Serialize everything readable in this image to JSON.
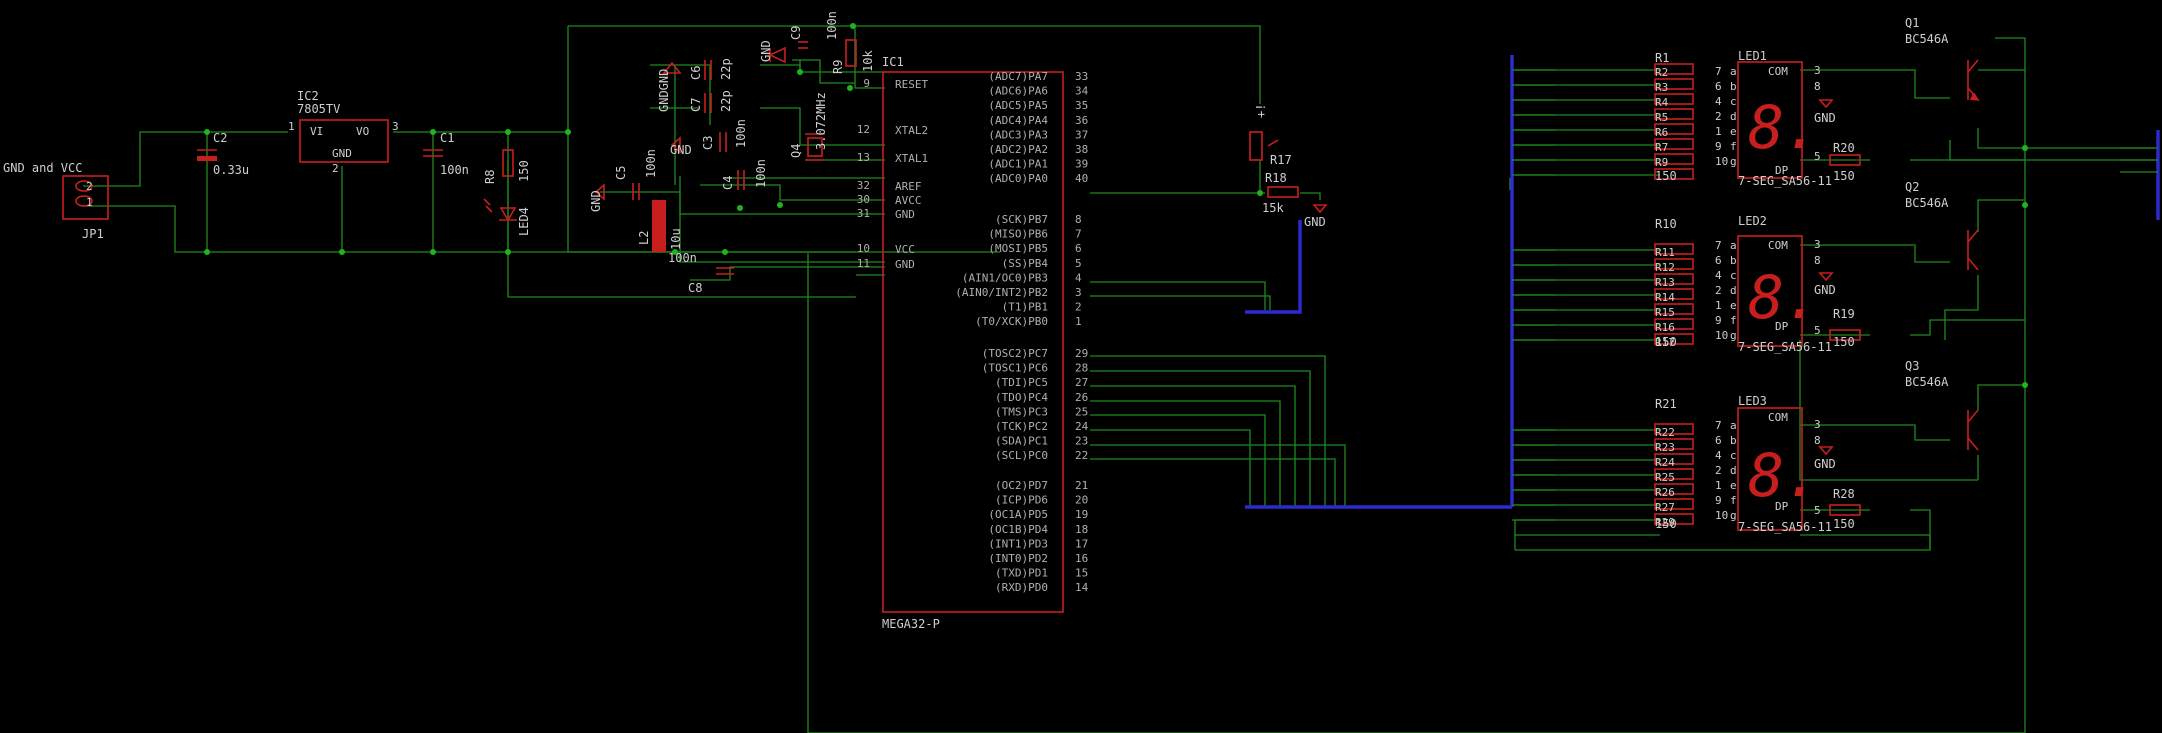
{
  "led1_digit": "8.",
  "led2_digit": "8.",
  "led3_digit": "8.",
  "labels": {
    "jp1_title": "GND and VCC",
    "jp1": "JP1",
    "jp1_pin2": "2",
    "jp1_pin1": "1",
    "c2": "C2",
    "c2_value": "0.33u",
    "ic2": "IC2",
    "ic2_type": "7805TV",
    "ic2_vi": "VI",
    "ic2_vo": "VO",
    "ic2_gnd": "GND",
    "ic2_pin1": "1",
    "ic2_pin3": "3",
    "ic2_pin2": "2",
    "c1": "C1",
    "c1_value": "100n",
    "r8": "R8",
    "r8_value": "150",
    "led4": "LED4",
    "gnd": "GND",
    "gndgnd": "GNDGND",
    "c5": "C5",
    "c5_value": "100n",
    "l2": "L2",
    "l2_value": "10u",
    "l2_cap": "100n",
    "c8": "C8",
    "c3": "C3",
    "c3_value": "100n",
    "c4": "C4",
    "c4_value": "100n",
    "c6": "C6",
    "c6_value": "22p",
    "c7": "C7",
    "c7_value": "22p",
    "c9": "C9",
    "c9_value": "100n",
    "q4": "Q4",
    "q4_value": "3.072MHz",
    "r9": "R9",
    "r9_value": "10k",
    "ic1": "IC1",
    "ic1_type": "MEGA32-P",
    "r17_marks": "+!",
    "r17": "R17",
    "r18": "R18",
    "r18_value": "15k",
    "r1": "R1",
    "r10": "R10",
    "r21": "R21",
    "rval": "150",
    "led1": "LED1",
    "led2": "LED2",
    "led3": "LED3",
    "led_type": "7-SEG_SA56-11",
    "com": "COM",
    "dp": "DP",
    "r20": "R20",
    "r19": "R19",
    "r28": "R28",
    "q1": "Q1",
    "q2": "Q2",
    "q3": "Q3",
    "q_type": "BC546A"
  },
  "ic1_left_pins": [
    {
      "name": "RESET",
      "num": "9"
    },
    {
      "name": "XTAL2",
      "num": "12"
    },
    {
      "name": "XTAL1",
      "num": "13"
    },
    {
      "name": "AREF",
      "num": "32"
    },
    {
      "name": "AVCC",
      "num": "30"
    },
    {
      "name": "GND",
      "num": "31"
    },
    {
      "name": "VCC",
      "num": "10"
    },
    {
      "name": "GND",
      "num": "11"
    }
  ],
  "ic1_right_pins": [
    {
      "name": "(ADC7)PA7",
      "num": "33"
    },
    {
      "name": "(ADC6)PA6",
      "num": "34"
    },
    {
      "name": "(ADC5)PA5",
      "num": "35"
    },
    {
      "name": "(ADC4)PA4",
      "num": "36"
    },
    {
      "name": "(ADC3)PA3",
      "num": "37"
    },
    {
      "name": "(ADC2)PA2",
      "num": "38"
    },
    {
      "name": "(ADC1)PA1",
      "num": "39"
    },
    {
      "name": "(ADC0)PA0",
      "num": "40"
    },
    {
      "name": "(SCK)PB7",
      "num": "8"
    },
    {
      "name": "(MISO)PB6",
      "num": "7"
    },
    {
      "name": "(MOSI)PB5",
      "num": "6"
    },
    {
      "name": "(SS)PB4",
      "num": "5"
    },
    {
      "name": "(AIN1/OC0)PB3",
      "num": "4"
    },
    {
      "name": "(AIN0/INT2)PB2",
      "num": "3"
    },
    {
      "name": "(T1)PB1",
      "num": "2"
    },
    {
      "name": "(T0/XCK)PB0",
      "num": "1"
    },
    {
      "name": "(TOSC2)PC7",
      "num": "29"
    },
    {
      "name": "(TOSC1)PC6",
      "num": "28"
    },
    {
      "name": "(TDI)PC5",
      "num": "27"
    },
    {
      "name": "(TDO)PC4",
      "num": "26"
    },
    {
      "name": "(TMS)PC3",
      "num": "25"
    },
    {
      "name": "(TCK)PC2",
      "num": "24"
    },
    {
      "name": "(SDA)PC1",
      "num": "23"
    },
    {
      "name": "(SCL)PC0",
      "num": "22"
    },
    {
      "name": "(OC2)PD7",
      "num": "21"
    },
    {
      "name": "(ICP)PD6",
      "num": "20"
    },
    {
      "name": "(OC1A)PD5",
      "num": "19"
    },
    {
      "name": "(OC1B)PD4",
      "num": "18"
    },
    {
      "name": "(INT1)PD3",
      "num": "17"
    },
    {
      "name": "(INT0)PD2",
      "num": "16"
    },
    {
      "name": "(TXD)PD1",
      "num": "15"
    },
    {
      "name": "(RXD)PD0",
      "num": "14"
    }
  ],
  "segment_pins": [
    {
      "num": "7",
      "seg": "a"
    },
    {
      "num": "6",
      "seg": "b"
    },
    {
      "num": "4",
      "seg": "c"
    },
    {
      "num": "2",
      "seg": "d"
    },
    {
      "num": "1",
      "seg": "e"
    },
    {
      "num": "9",
      "seg": "f"
    },
    {
      "num": "10",
      "seg": "g"
    }
  ],
  "com_pin": "3",
  "gnd_pin": "8",
  "dp_pin": "5",
  "bank1_names": [
    "R2",
    "R3",
    "R4",
    "R5",
    "R6",
    "R7",
    "R9"
  ],
  "bank2_names": [
    "R11",
    "R12",
    "R13",
    "R14",
    "R15",
    "R16",
    "R17"
  ],
  "bank3_names": [
    "R22",
    "R23",
    "R24",
    "R25",
    "R26",
    "R27",
    "R29"
  ],
  "bank_value": "150"
}
